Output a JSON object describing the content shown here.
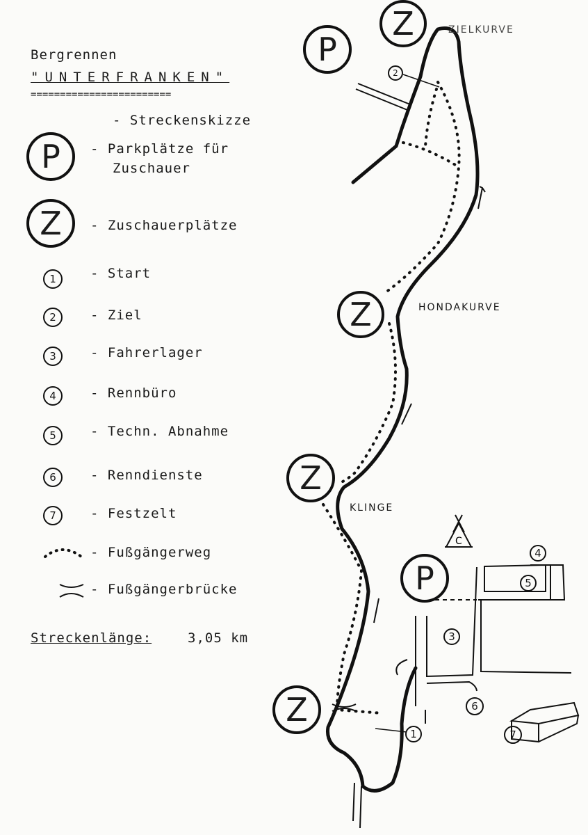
{
  "title": {
    "line1": "Bergrennen",
    "line2": "\"UNTERFRANKEN\"",
    "underline": "========================"
  },
  "legend": [
    {
      "symbol": "",
      "label": "- Streckenskizze"
    },
    {
      "symbol": "P",
      "label": "- Parkplätze für",
      "label2": "Zuschauer"
    },
    {
      "symbol": "Z",
      "label": "- Zuschauerplätze"
    },
    {
      "symbol": "1",
      "label": "- Start"
    },
    {
      "symbol": "2",
      "label": "- Ziel"
    },
    {
      "symbol": "3",
      "label": "- Fahrerlager"
    },
    {
      "symbol": "4",
      "label": "- Rennbüro"
    },
    {
      "symbol": "5",
      "label": "- Techn. Abnahme"
    },
    {
      "symbol": "6",
      "label": "- Renndienste"
    },
    {
      "symbol": "7",
      "label": "- Festzelt"
    },
    {
      "symbol": "dotted-line",
      "label": "- Fußgängerweg"
    },
    {
      "symbol": "bridge",
      "label": "- Fußgängerbrücke"
    }
  ],
  "length": {
    "label": "Streckenlänge:",
    "value": "3,05 km"
  },
  "map": {
    "curves": [
      "ZIELKURVE",
      "HONDAKURVE",
      "KLINGE"
    ],
    "tent_letter": "C",
    "markers": {
      "P": "P",
      "Z": "Z",
      "n1": "1",
      "n2": "2",
      "n3": "3",
      "n4": "4",
      "n5": "5",
      "n6": "6",
      "n7": "7"
    }
  }
}
